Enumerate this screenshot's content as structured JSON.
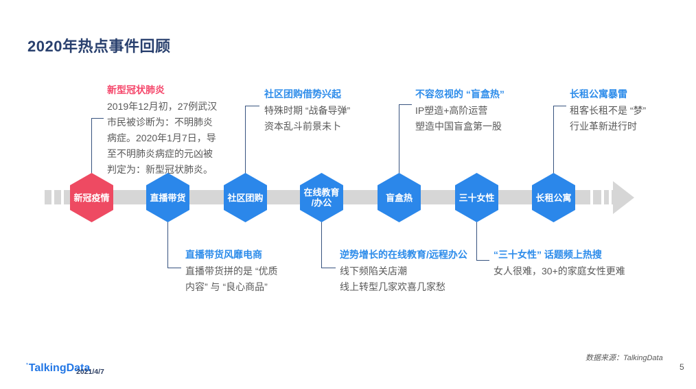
{
  "slide": {
    "title": "2020年热点事件回顾",
    "footer": {
      "logo_mark": "’",
      "logo_text": "TalkingData",
      "date": "2021/4/7",
      "source": "数据来源：TalkingData",
      "page_number": "5"
    }
  },
  "colors": {
    "title_navy": "#29406E",
    "connector_navy": "#36527E",
    "track_gray": "#D6D6D6",
    "body_gray": "#595959",
    "node_red": "#EE4A62",
    "node_blue": "#2B87EA",
    "title_red": "#F5476B",
    "title_blue": "#2D8CEA",
    "logo_blue": "#2377E5"
  },
  "timeline": {
    "nodes": [
      {
        "label": "新冠疫情",
        "color": "#EE4A62"
      },
      {
        "label": "直播带货",
        "color": "#2B87EA"
      },
      {
        "label": "社区团购",
        "color": "#2B87EA"
      },
      {
        "label": "在线教育\n/办公",
        "color": "#2B87EA"
      },
      {
        "label": "盲盒热",
        "color": "#2B87EA"
      },
      {
        "label": "三十女性",
        "color": "#2B87EA"
      },
      {
        "label": "长租公寓",
        "color": "#2B87EA"
      }
    ]
  },
  "annotations_top": [
    {
      "title": "新型冠状肺炎",
      "title_color": "#F5476B",
      "lines": [
        "2019年12月初，27例武汉",
        "市民被诊断为：不明肺炎",
        "病症。2020年1月7日，导",
        "至不明肺炎病症的元凶被",
        "判定为：新型冠状肺炎。"
      ]
    },
    {
      "title": "社区团购借势兴起",
      "title_color": "#2D8CEA",
      "lines": [
        "特殊时期 “战备导弹”",
        "资本乱斗前景未卜"
      ]
    },
    {
      "title": "不容忽视的 “盲盒热”",
      "title_color": "#2D8CEA",
      "lines": [
        "IP塑造+高阶运营",
        "塑造中国盲盒第一股"
      ]
    },
    {
      "title": "长租公寓暴雷",
      "title_color": "#2D8CEA",
      "lines": [
        "租客长租不是 “梦”",
        "行业革新进行时"
      ]
    }
  ],
  "annotations_bottom": [
    {
      "title": "直播带货风靡电商",
      "title_color": "#2D8CEA",
      "lines": [
        "直播带货拼的是 “优质",
        "内容” 与 “良心商品”"
      ]
    },
    {
      "title": "逆势增长的在线教育/远程办公",
      "title_color": "#2D8CEA",
      "lines": [
        "线下频陷关店潮",
        "线上转型几家欢喜几家愁"
      ]
    },
    {
      "title": "“三十女性” 话题频上热搜",
      "title_color": "#2D8CEA",
      "lines": [
        "女人很难，30+的家庭女性更难"
      ]
    }
  ]
}
